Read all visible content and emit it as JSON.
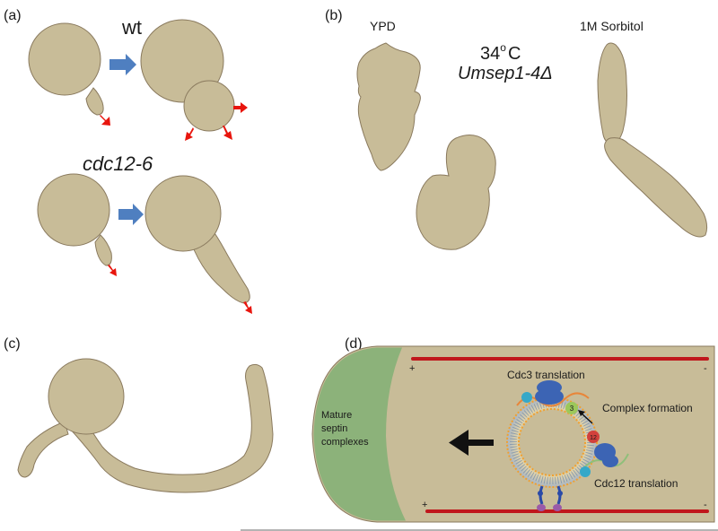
{
  "panels": {
    "a": {
      "label": "(a)",
      "wt_label": "wt",
      "mutant_label": "cdc12-6"
    },
    "b": {
      "label": "(b)",
      "condition_left": "YPD",
      "condition_right": "1M Sorbitol",
      "temperature_value": "34",
      "temperature_degree": "o",
      "temperature_unit": "C",
      "strain": "Umsep1-4Δ"
    },
    "c": {
      "label": "(c)"
    },
    "d": {
      "label": "(d)",
      "mature_line1": "Mature",
      "mature_line2": "septin",
      "mature_line3": "complexes",
      "cdc3_translation": "Cdc3 translation",
      "complex_formation": "Complex formation",
      "cdc12_translation": "Cdc12 translation",
      "plus_sign": "+",
      "minus_sign": "-",
      "badge_3": "3",
      "badge_12": "12"
    }
  },
  "colors": {
    "cell_fill": "#c8bc98",
    "cell_stroke": "#8a7a5e",
    "septin_green": "#8cb27a",
    "microtubule_red": "#c0171c",
    "growth_arrow_red": "#e8150d",
    "transition_arrow_blue": "#4f7fc0",
    "ribosome_blue": "#3c64b4",
    "cdc3_badge": "#9cc85a",
    "cdc12_badge": "#d2413c"
  }
}
